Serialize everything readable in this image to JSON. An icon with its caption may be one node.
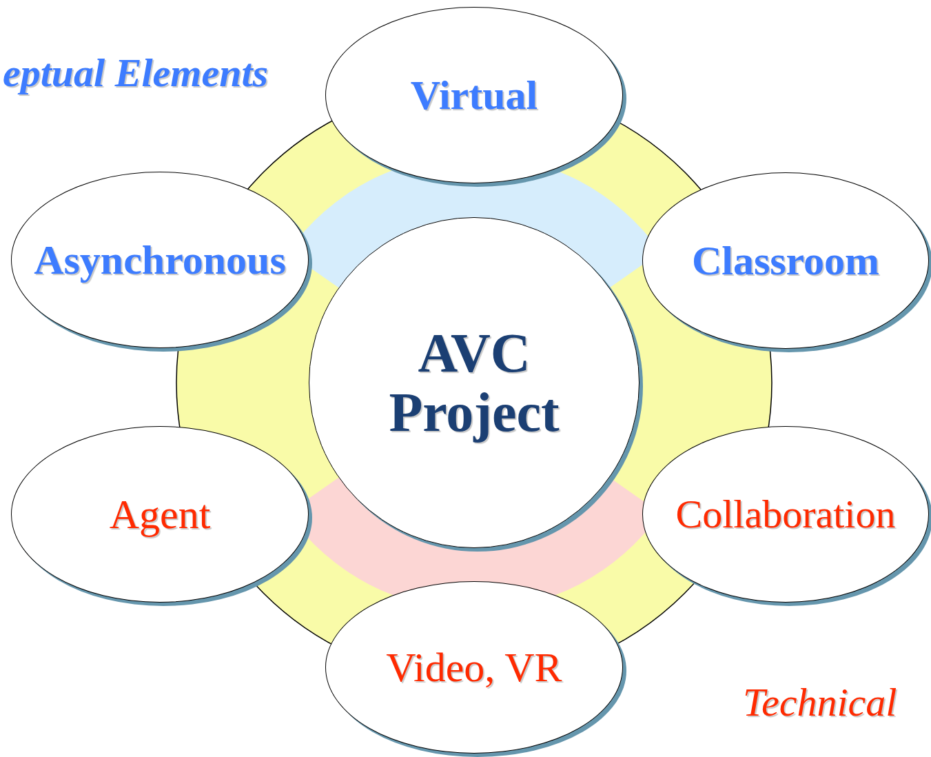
{
  "diagram": {
    "nodes": [
      {
        "text": [
          "AVC Project"
        ]
      },
      {
        "text": [
          "Virtual"
        ]
      },
      {
        "text": [
          "Asynchronous"
        ]
      },
      {
        "text": [
          "Classroom"
        ]
      },
      {
        "text": [
          "Agent"
        ]
      },
      {
        "text": [
          "Collaboration"
        ]
      },
      {
        "text": [
          "Video, VR"
        ]
      }
    ],
    "labels": [
      "eptual Elements",
      "Technical"
    ]
  }
}
